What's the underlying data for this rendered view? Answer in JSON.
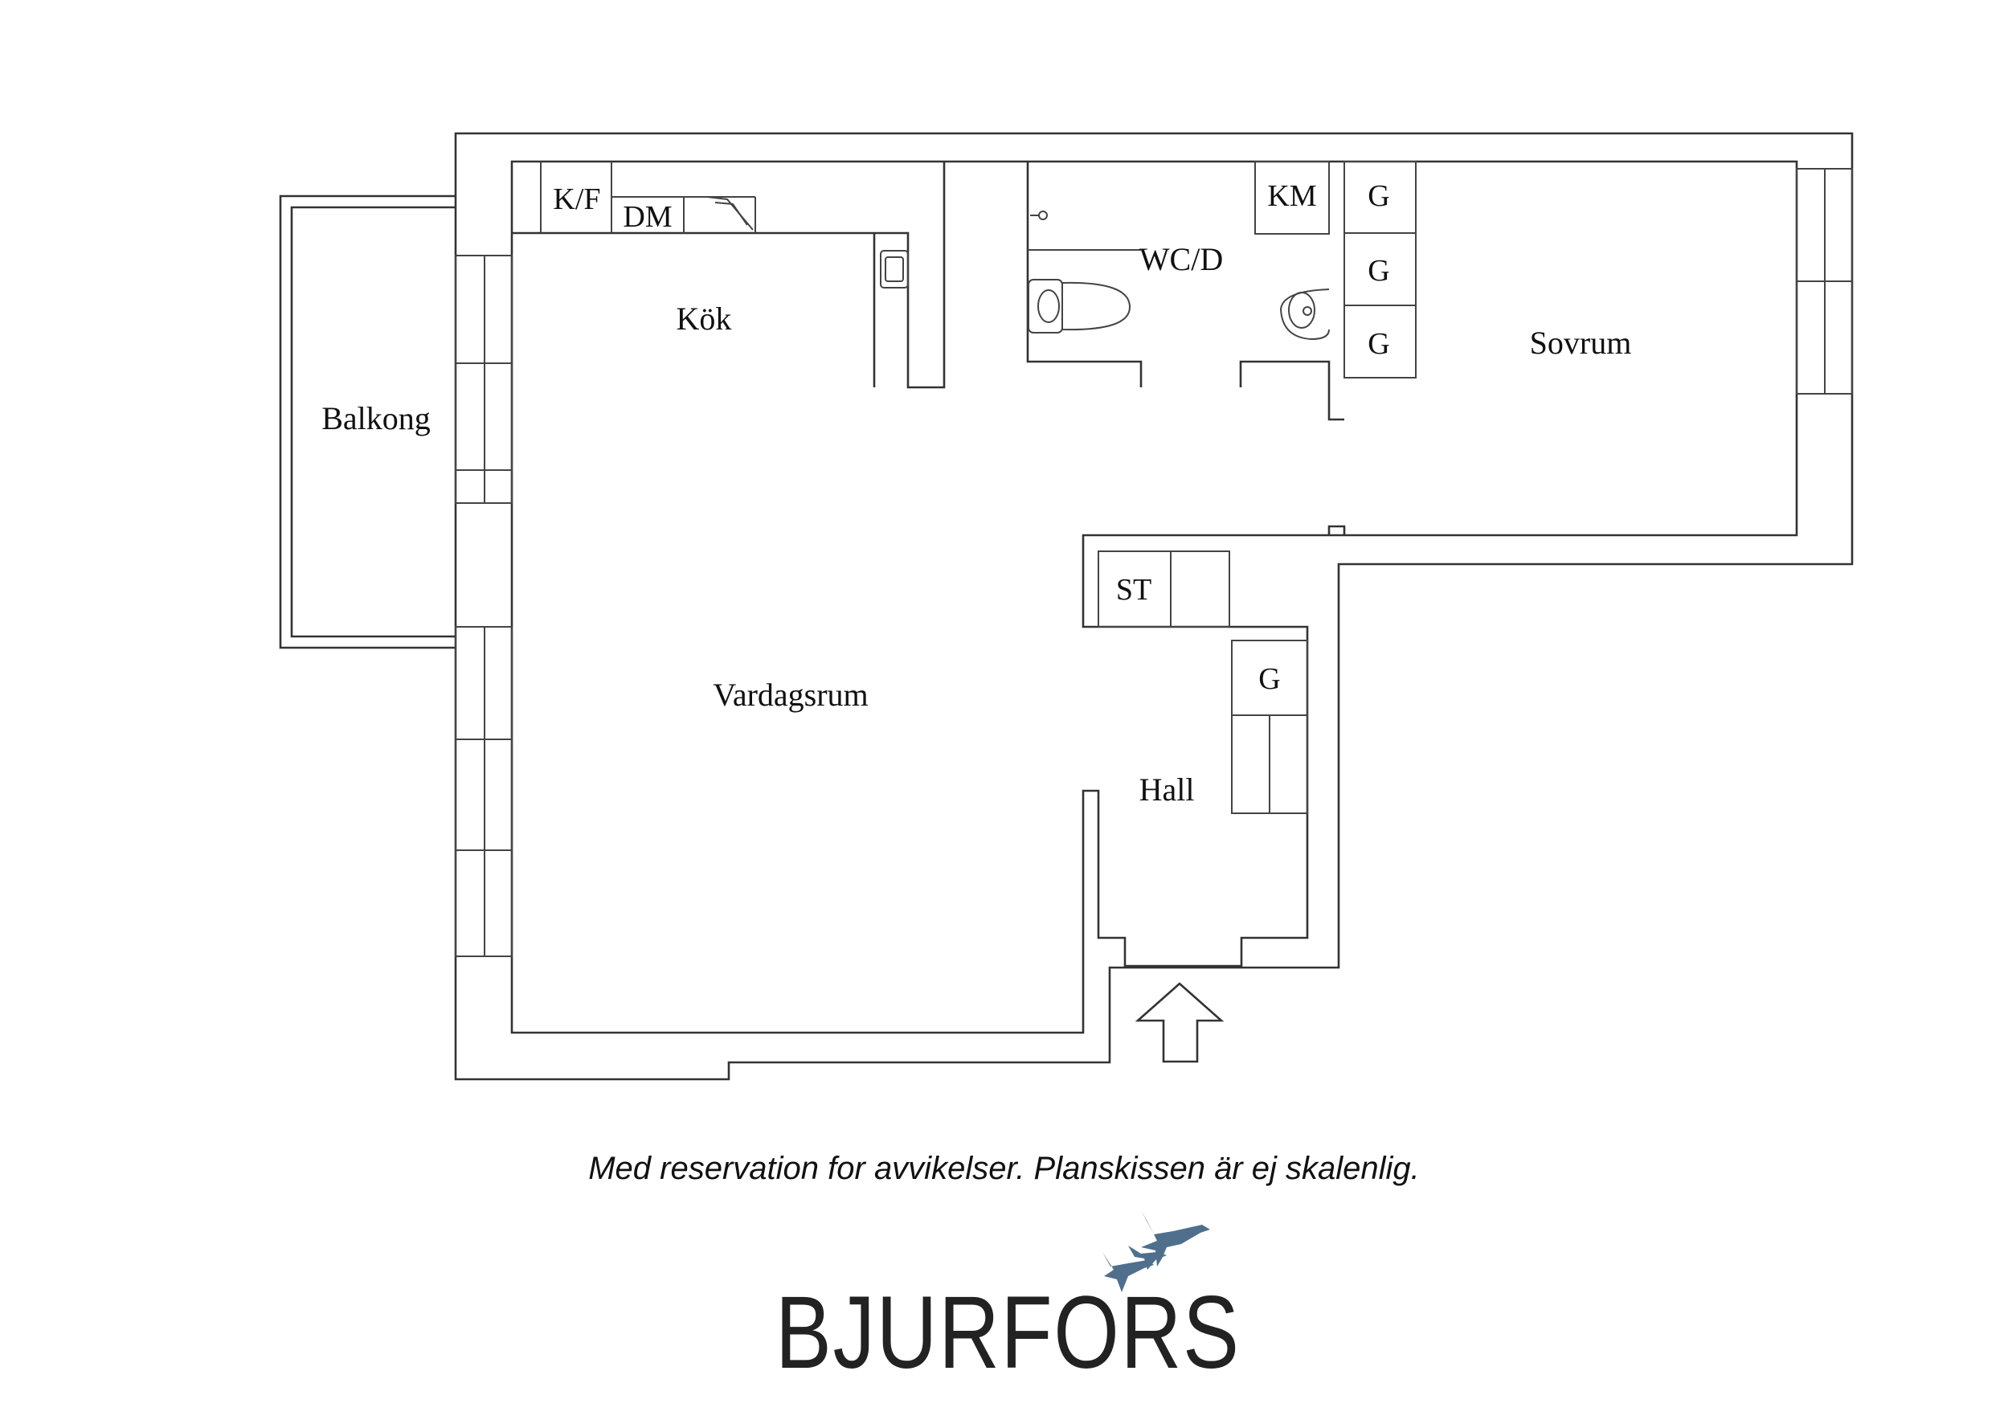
{
  "rooms": {
    "balkong": "Balkong",
    "kok": "Kök",
    "vardagsrum": "Vardagsrum",
    "wcd": "WC/D",
    "sovrum": "Sovrum",
    "hall": "Hall"
  },
  "fixtures": {
    "kf": "K/F",
    "dm": "DM",
    "km": "KM",
    "g1": "G",
    "g2": "G",
    "g3": "G",
    "st": "ST",
    "g4": "G"
  },
  "footer": {
    "disclaimer": "Med reservation for avvikelser. Planskissen är ej skalenlig.",
    "brand": "BJURFORS",
    "brand_color": "#4f6f8c"
  }
}
